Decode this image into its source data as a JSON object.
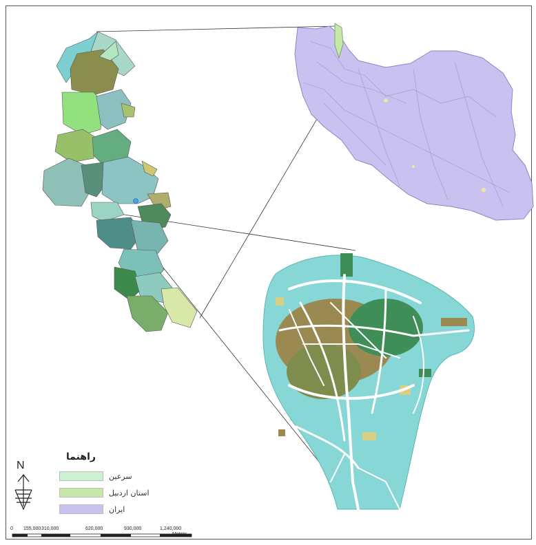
{
  "legend": {
    "title": "راهنما",
    "items": [
      {
        "label": "سرعین",
        "color": "#ccf2d2"
      },
      {
        "label": "استان اردبیل",
        "color": "#c6e9a8"
      },
      {
        "label": "ایران",
        "color": "#c9c2f0"
      }
    ]
  },
  "north_arrow": {
    "letter": "N"
  },
  "scale_bar": {
    "ticks": [
      "0",
      "155,000",
      "310,000",
      "620,000",
      "930,000",
      "1,240,000"
    ],
    "unit": "Meters"
  },
  "colors": {
    "iran": "#c9c2f0",
    "province_teal": "#7fbfc0",
    "city_background": "#86d7d6",
    "urban_brown": "#9a8a52",
    "urban_green": "#3f8d57",
    "urban_yellow": "#d8cf84",
    "roads": "#ffffff"
  }
}
